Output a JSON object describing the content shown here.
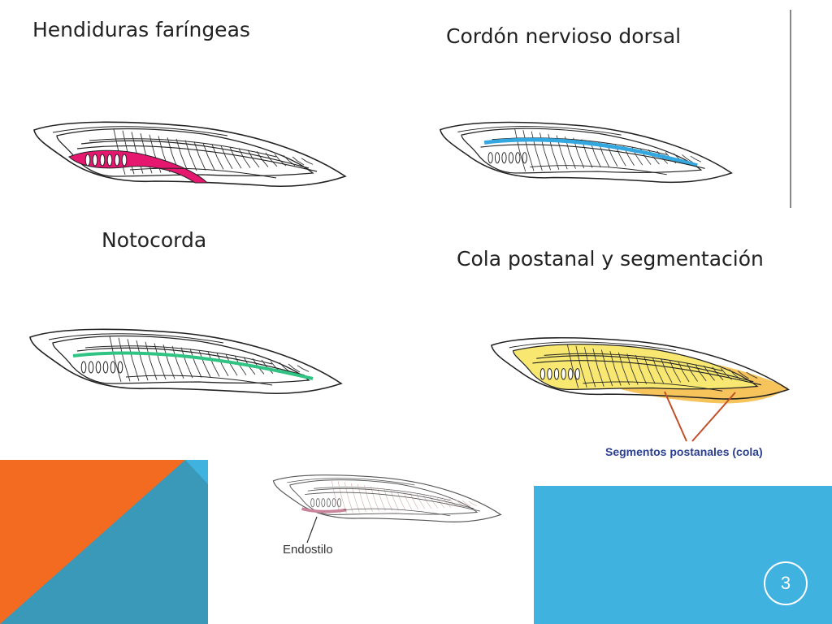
{
  "titles": {
    "pharyngeal": "Hendiduras faríngeas",
    "nerve": "Cordón nervioso dorsal",
    "notochord": "Notocorda",
    "tail": "Cola postanal y segmentación"
  },
  "labels": {
    "segments": "Segmentos postanales (cola)",
    "endostyle": "Endostilo"
  },
  "page_number": "3",
  "colors": {
    "pharyngeal_highlight": "#e5176f",
    "nerve_highlight": "#33a7e0",
    "notochord_highlight": "#2fc483",
    "tail_highlight": "#f8e872",
    "tail_fin": "#f7c45c",
    "endostyle_highlight": "#c9849b",
    "callout_line": "#c0502a",
    "callout_text": "#2a3f8f",
    "deco_orange": "#f26b21",
    "deco_blue_dark": "#3a98b9",
    "deco_blue_light": "#3fb2e0"
  }
}
